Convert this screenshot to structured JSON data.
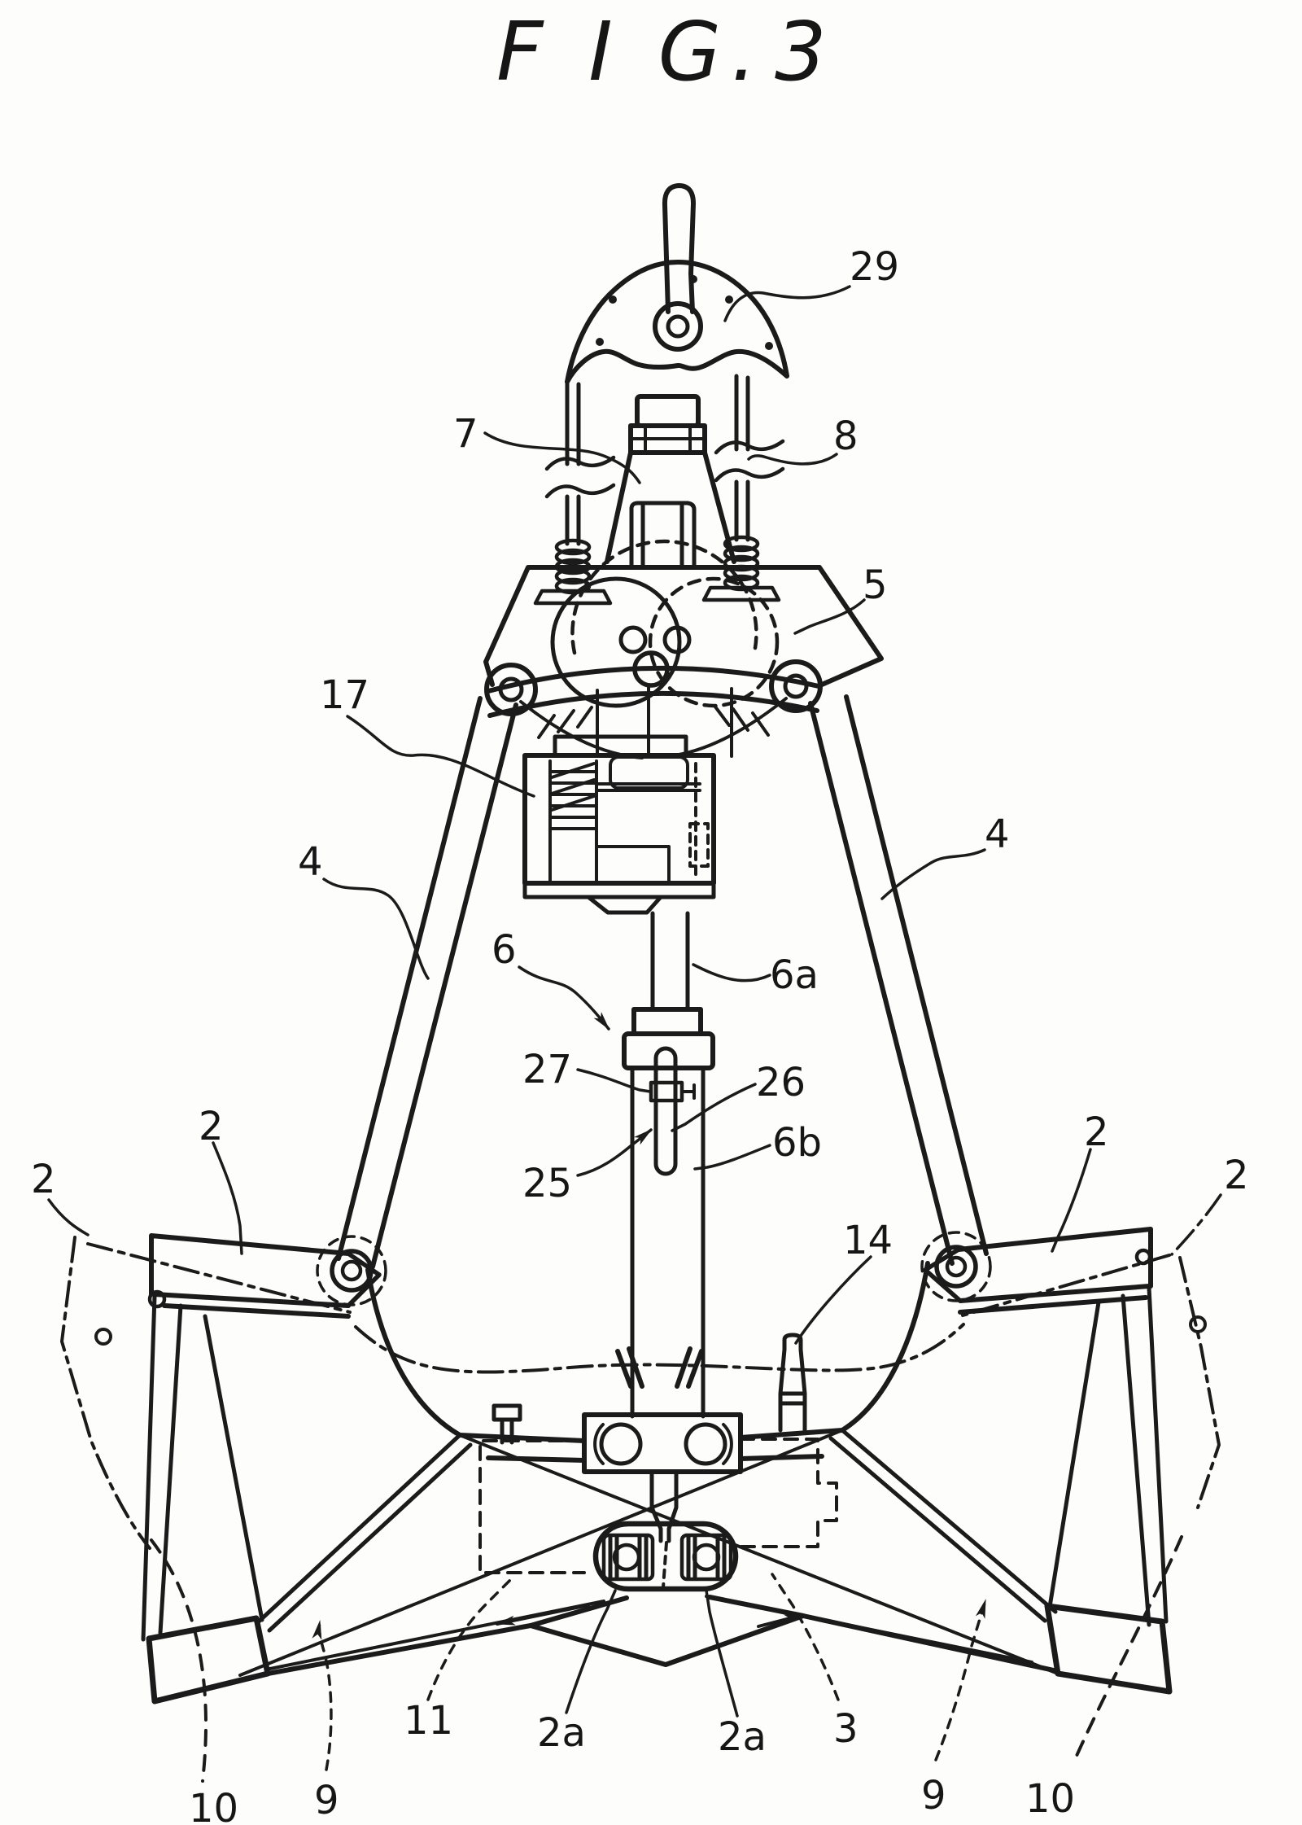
{
  "figure": {
    "label": "F I G.",
    "number": "3"
  },
  "drawing": {
    "kind": "patent line drawing",
    "subject": "clamshell grab bucket mechanism, front elevation",
    "ink_color": "#1b1b1b",
    "paper_color": "#fdfdfb",
    "line_styles": [
      "solid",
      "dashed (hidden box)",
      "dash-dot (open position ghost)"
    ]
  },
  "ref_labels": {
    "n29": "29",
    "n7": "7",
    "n8": "8",
    "n5": "5",
    "n17": "17",
    "n4_left": "4",
    "n4_right": "4",
    "n6": "6",
    "n6a": "6a",
    "n27": "27",
    "n26": "26",
    "n25": "25",
    "n6b": "6b",
    "n2_far_left": "2",
    "n2_left": "2",
    "n2_right": "2",
    "n2_far_right": "2",
    "n14": "14",
    "n11": "11",
    "n9_left": "9",
    "n9_right": "9",
    "n10_left": "10",
    "n10_right": "10",
    "n2a_left": "2a",
    "n2a_right": "2a",
    "n3": "3"
  }
}
